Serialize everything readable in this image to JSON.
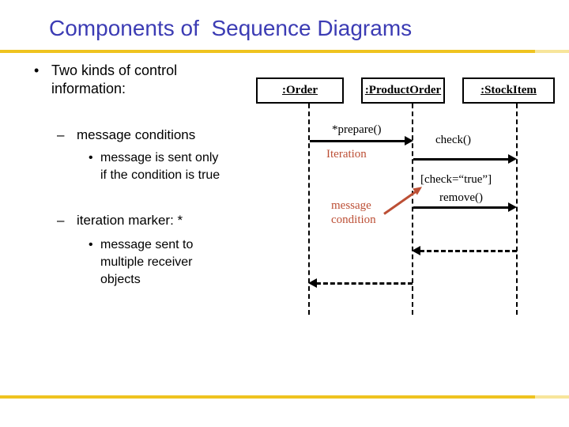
{
  "slide": {
    "title": "Components of  Sequence Diagrams"
  },
  "colors": {
    "title_blue": "#3C3CB4",
    "gold": "#EFC31F",
    "gold_light": "#F7E59B",
    "diagram_red": "#BC4F35",
    "ink": "#000000"
  },
  "left_panel": {
    "items": [
      {
        "marker": "•",
        "lines": [
          "Two kinds of control",
          "information:"
        ]
      },
      {
        "marker": "–",
        "lines": [
          "message conditions"
        ]
      },
      {
        "marker": "•",
        "lines": [
          "message is sent only",
          "if the condition is true"
        ]
      },
      {
        "marker": "–",
        "lines": [
          "iteration marker: *"
        ]
      },
      {
        "marker": "•",
        "lines": [
          "message sent to",
          "multiple receiver",
          "objects"
        ]
      }
    ]
  },
  "diagram": {
    "objects": [
      ":Order",
      ":ProductOrder",
      ":StockItem"
    ],
    "messages": [
      {
        "label": "*prepare()",
        "from": ":Order",
        "to": ":ProductOrder",
        "kind": "call"
      },
      {
        "label": "check()",
        "from": ":ProductOrder",
        "to": ":StockItem",
        "kind": "call"
      },
      {
        "label": "remove()",
        "guard": "[check=“true”]",
        "from": ":ProductOrder",
        "to": ":StockItem",
        "kind": "call"
      },
      {
        "from": ":StockItem",
        "to": ":ProductOrder",
        "kind": "return"
      },
      {
        "from": ":ProductOrder",
        "to": ":Order",
        "kind": "return"
      }
    ],
    "annotations": {
      "iteration": "Iteration",
      "condition_lines": [
        "message",
        "condition"
      ]
    }
  }
}
